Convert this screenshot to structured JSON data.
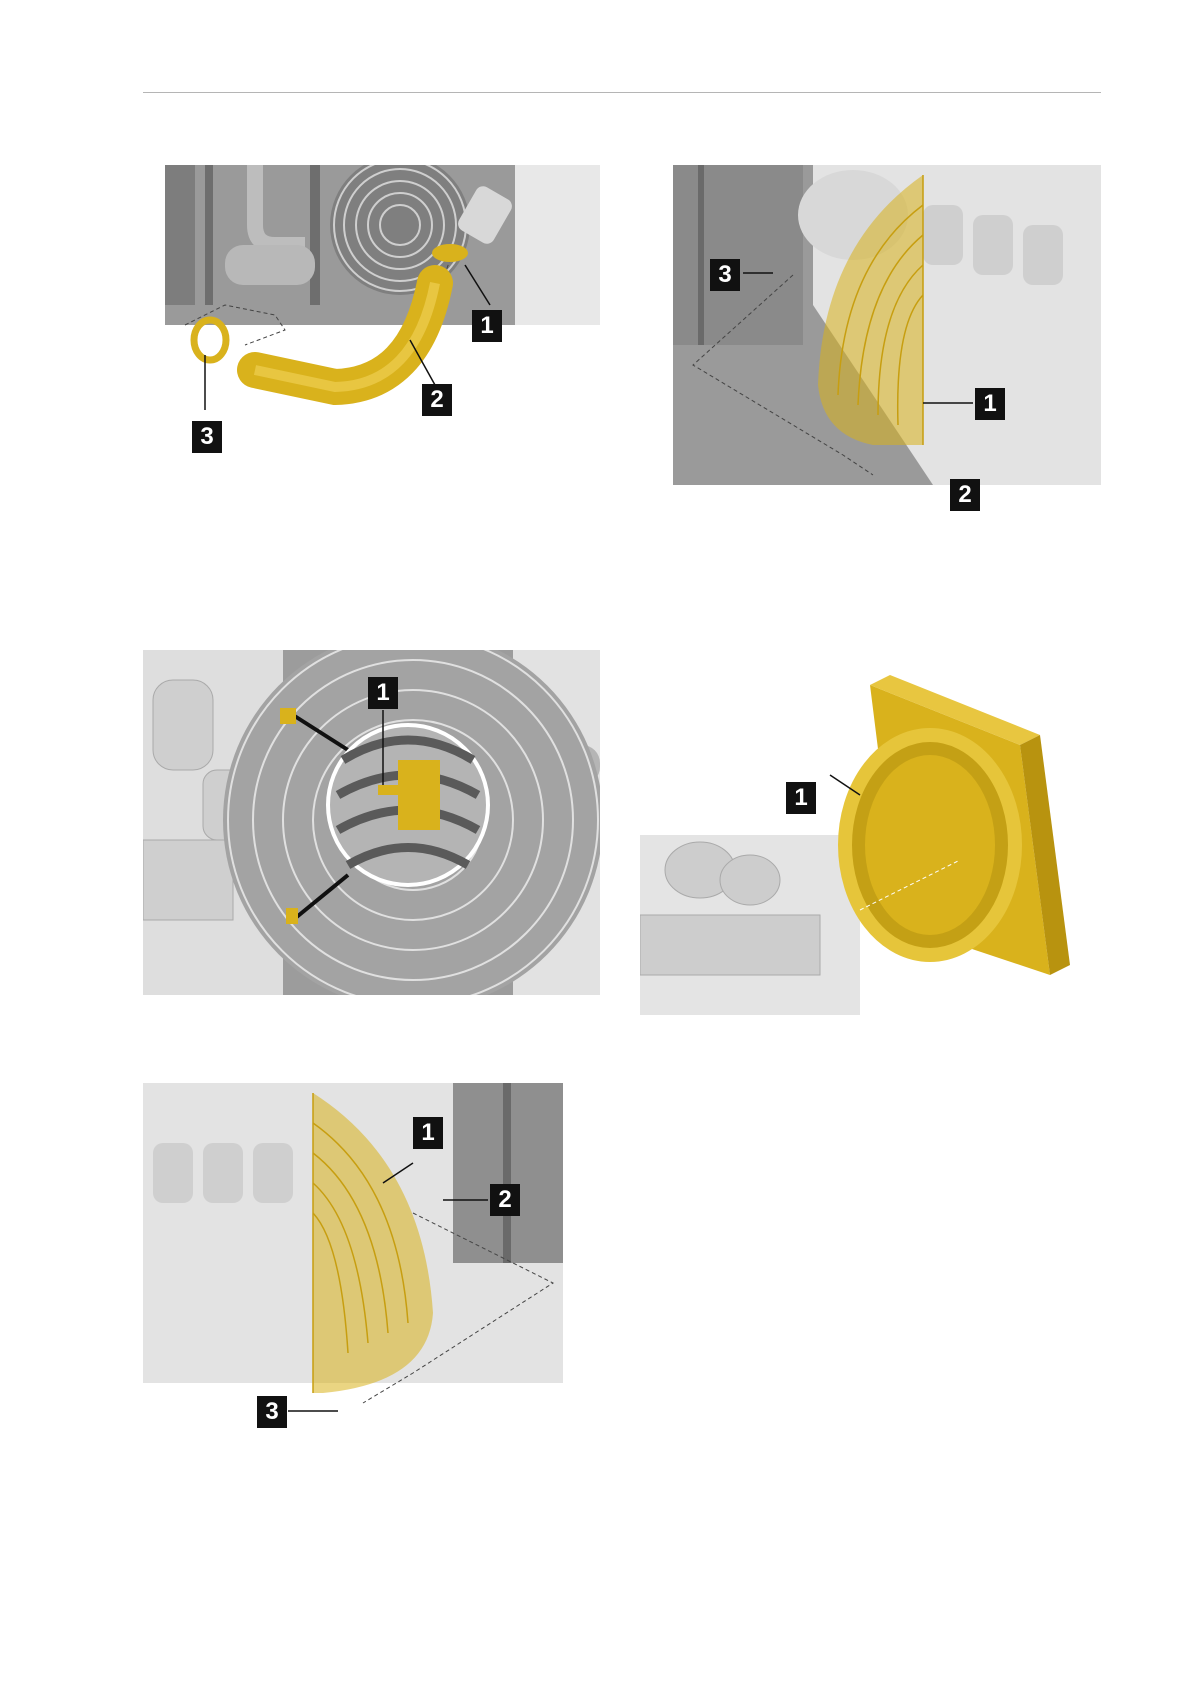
{
  "colors": {
    "part_highlight": "#d9b21c",
    "background_grey": "#9a9a9a",
    "engine_light": "#e6e6e6",
    "callout": "#111111"
  },
  "figures": [
    {
      "id": "fig-hose-clamps",
      "callouts": [
        "1",
        "2",
        "3"
      ]
    },
    {
      "id": "fig-fan-guard-right",
      "callouts": [
        "3",
        "1",
        "2"
      ]
    },
    {
      "id": "fig-fan-bracket-detail",
      "callouts": [
        "1"
      ]
    },
    {
      "id": "fig-radiator-shroud",
      "callouts": [
        "1"
      ]
    },
    {
      "id": "fig-fan-guard-left",
      "callouts": [
        "1",
        "2",
        "3"
      ]
    }
  ]
}
